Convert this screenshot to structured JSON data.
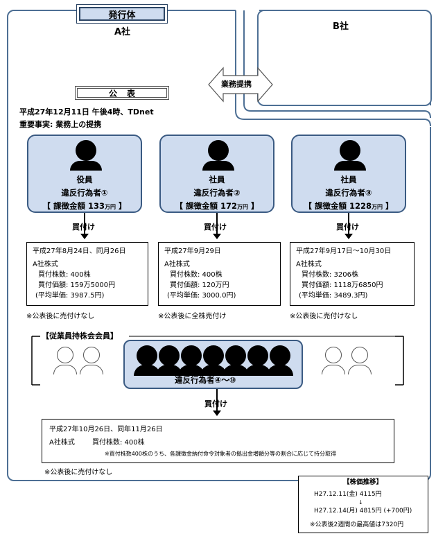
{
  "issuer": {
    "label": "発行体",
    "company_a": "A社",
    "company_b": "B社"
  },
  "partnership": {
    "label": "業務提携"
  },
  "announcement": {
    "label": "公表",
    "datetime": "平成27年12月11日 午後4時、TDnet",
    "material_fact": "重要事実: 業務上の提携"
  },
  "persons": [
    {
      "role": "役員",
      "violator": "違反行為者①",
      "penalty_prefix": "【 課徴金額 ",
      "penalty_amount": "133",
      "penalty_unit": "万円",
      "penalty_suffix": " 】"
    },
    {
      "role": "社員",
      "violator": "違反行為者②",
      "penalty_prefix": "【 課徴金額 ",
      "penalty_amount": "172",
      "penalty_unit": "万円",
      "penalty_suffix": " 】"
    },
    {
      "role": "社員",
      "violator": "違反行為者③",
      "penalty_prefix": "【 課徴金額 ",
      "penalty_amount": "1228",
      "penalty_unit": "万円",
      "penalty_suffix": " 】"
    }
  ],
  "buy_label": "買付け",
  "trades": [
    {
      "date": "平成27年8月24日、同月26日",
      "stock": "A社株式",
      "shares": "買付株数: 400株",
      "value": "買付価額: 159万5000円",
      "avg": "(平均単価: 3987.5円)",
      "note": "※公表後に売付けなし"
    },
    {
      "date": "平成27年9月29日",
      "stock": "A社株式",
      "shares": "買付株数: 400株",
      "value": "買付価額: 120万円",
      "avg": "(平均単価: 3000.0円)",
      "note": "※公表後に全株売付け"
    },
    {
      "date": "平成27年9月17日〜10月30日",
      "stock": "A社株式",
      "shares": "買付株数: 3206株",
      "value": "買付価額: 1118万6850円",
      "avg": "(平均単価: 3489.3円)",
      "note": "※公表後に売付けなし"
    }
  ],
  "esop": {
    "title": "【従業員持株会会員】",
    "violators": "違反行為者④〜⑩",
    "buy_label": "買付け",
    "date": "平成27年10月26日、同年11月26日",
    "stock": "A社株式",
    "shares": "買付株数: 400株",
    "footnote": "※買付株数400株のうち、各課徴金納付命令対象者の拠出金増額分等の割合に応じて持分取得",
    "note": "※公表後に売付けなし"
  },
  "stock_price": {
    "title": "【株価推移】",
    "line1": "H27.12.11(金) 4115円",
    "arrow": "↓",
    "line2": "H27.12.14(月) 4815円 (+700円)",
    "line3": "※公表後2週間の最高値は7320円"
  }
}
